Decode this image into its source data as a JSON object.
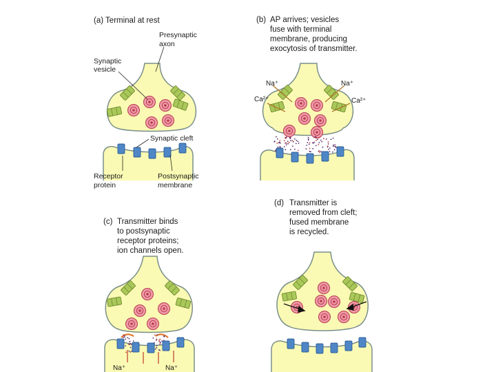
{
  "panels": {
    "a": {
      "caption": "(a) Terminal at rest",
      "presynaptic_axon": [
        "Presynaptic",
        "axon"
      ],
      "synaptic_vesicle": [
        "Synaptic",
        "vesicle"
      ],
      "synaptic_cleft": "Synaptic cleft",
      "receptor_protein": [
        "Receptor",
        "protein"
      ],
      "postsynaptic_membrane": [
        "Postsynaptic",
        "membrane"
      ]
    },
    "b": {
      "caption": [
        "(b)",
        "AP arrives; vesicles",
        "fuse with terminal",
        "membrane, producing",
        "exocytosis of transmitter."
      ],
      "na_left": "Na⁺",
      "na_right": "Na⁺",
      "ca_left": "Ca²⁺",
      "ca_right": "Ca²⁺"
    },
    "c": {
      "caption": [
        "(c)",
        "Transmitter binds",
        "to postsynaptic",
        "receptor proteins;",
        "ion channels open."
      ],
      "na_left": "Na⁺",
      "na_right": "Na⁺"
    },
    "d": {
      "caption": [
        "(d)",
        "Transmitter is",
        "removed from cleft;",
        "fused membrane",
        "is recycled."
      ]
    }
  },
  "colors": {
    "terminal_fill": "#fafab4",
    "terminal_stroke": "#7a8f8a",
    "vesicle_fill": "#ef9aa6",
    "vesicle_stroke": "#b8394f",
    "channel_green": "#aac85a",
    "receptor_blue": "#4f86c6",
    "transmitter_dot": "#5a2a6e"
  }
}
